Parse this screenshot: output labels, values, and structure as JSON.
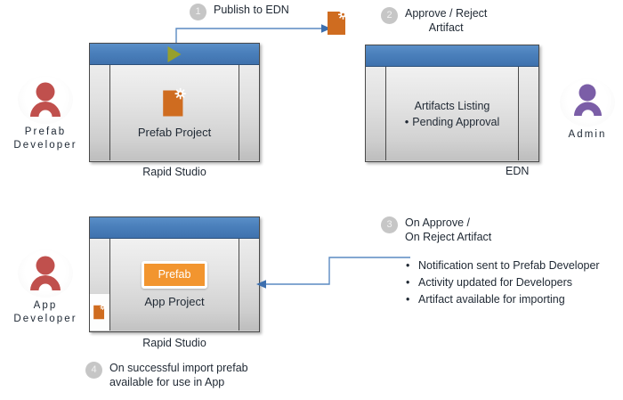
{
  "diagram": {
    "title": "Prefab publish and import workflow",
    "colors": {
      "titlebar_blue": "#4a7fbb",
      "artifact_orange": "#cf6c20",
      "prefab_chip_orange": "#f2952f",
      "prefab_developer": "#c0504d",
      "app_developer": "#c0504d",
      "admin_purple": "#7b5ea7",
      "badge_gray": "#c6c6c6",
      "connector_blue": "#4a7fbb",
      "play_green": "#97a02c"
    }
  },
  "actors": [
    {
      "id": "prefab-developer",
      "label": "Prefab\nDeveloper",
      "color": "#c0504d",
      "icon": "person-icon"
    },
    {
      "id": "app-developer",
      "label": "App\nDeveloper",
      "color": "#c0504d",
      "icon": "person-icon"
    },
    {
      "id": "admin",
      "label": "Admin",
      "color": "#7b5ea7",
      "icon": "person-icon"
    }
  ],
  "windows": {
    "prefab_studio": {
      "caption": "Rapid Studio",
      "project_title": "Prefab Project",
      "icon": "artifact-icon",
      "titlebar_icon": "play-triangle-icon"
    },
    "edn": {
      "caption": "EDN",
      "listing_title": "Artifacts Listing",
      "listing_items": [
        "Pending Approval"
      ]
    },
    "app_studio": {
      "caption": "Rapid Studio",
      "project_title": "App  Project",
      "chip_label": "Prefab",
      "dock_icon": "artifact-icon",
      "titlebar_icon": "none"
    }
  },
  "steps": [
    {
      "number": "1",
      "text": "Publish to EDN"
    },
    {
      "number": "2",
      "text": "Approve / Reject\nArtifact"
    },
    {
      "number": "3",
      "text": "On Approve /\nOn Reject Artifact"
    },
    {
      "number": "4",
      "text": "On successful import prefab\navailable for use in App"
    }
  ],
  "outcomes": [
    {
      "bullet": "•",
      "text": "Notification sent to Prefab Developer"
    },
    {
      "bullet": "•",
      "text": "Activity updated for Developers"
    },
    {
      "bullet": "•",
      "text": "Artifact available for importing"
    }
  ],
  "published_artifact": {
    "icon": "artifact-icon"
  }
}
